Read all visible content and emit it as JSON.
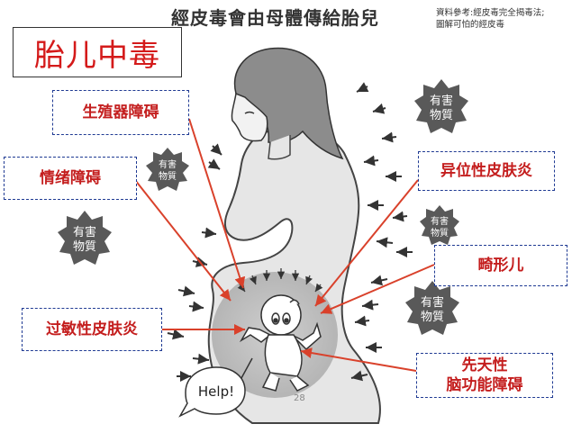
{
  "header": {
    "title": "經皮毒會由母體傳給胎兒",
    "source_line1": "資料參考:經皮毒完全揭毒法;",
    "source_line2": "圖解可怕的經皮毒"
  },
  "main_title": "胎儿中毒",
  "labels": {
    "reproductive": "生殖器障碍",
    "emotional": "情绪障碍",
    "allergic_dermatitis": "过敏性皮肤炎",
    "atopic_dermatitis": "异位性皮肤炎",
    "deformity": "畸形儿",
    "congenital_line1": "先天性",
    "congenital_line2": "脑功能障碍"
  },
  "badges": {
    "line1": "有害",
    "line2": "物質"
  },
  "speech_bubble": "Help!",
  "page_number": "28",
  "colors": {
    "label_text": "#c41e1e",
    "label_border": "#1f3a93",
    "arrow_red": "#d9412b",
    "badge_fill": "#595959",
    "silhouette_fill": "#e6e6e6",
    "hair_fill": "#8c8c8c"
  }
}
